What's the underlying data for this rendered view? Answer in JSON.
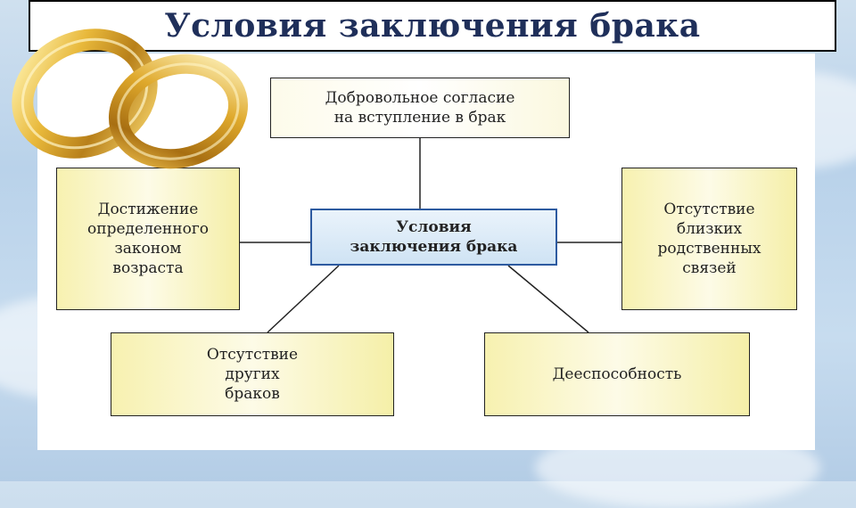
{
  "title": "Условия заключения брака",
  "diagram": {
    "center": "Условия\nзаключения брака",
    "top": "Добровольное согласие\nна вступление в брак",
    "left": "Достижение\nопределенного\nзаконом\nвозраста",
    "right": "Отсутствие\nблизких\nродственных\nсвязей",
    "bottom_left": "Отсутствие\nдругих\nбраков",
    "bottom_right": "Дееспособность"
  },
  "colors": {
    "title_text": "#1f2f5a",
    "center_border": "#2d5aa0",
    "box_fill": "#f7f1b0",
    "ring_gold": "#d9a62a"
  },
  "icons": [
    "wedding-rings-icon"
  ]
}
